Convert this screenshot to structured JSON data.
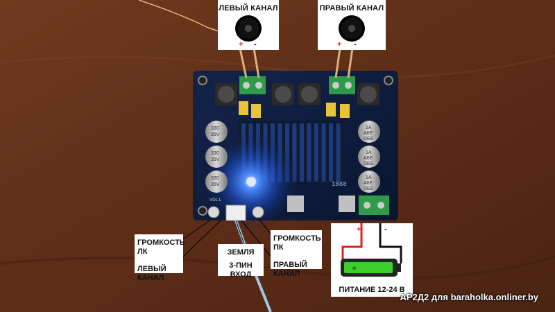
{
  "speakers": {
    "left": {
      "title": "ЛЕВЫЙ КАНАЛ",
      "plus": "+",
      "minus": "-"
    },
    "right": {
      "title": "ПРАВЫЙ КАНАЛ",
      "plus": "+",
      "minus": "-"
    }
  },
  "labels": {
    "volume_left": "ГРОМКОСТЬ ЛК",
    "left_channel": "ЛЕВЫЙ КАНАЛ",
    "ground": "ЗЕМЛЯ",
    "input_3pin": "3-ПИН ВХОД",
    "volume_right": "ГРОМКОСТЬ ПК",
    "right_channel": "ПРАВЫЙ КАНАЛ"
  },
  "power": {
    "label": "ПИТАНИЕ 12-24 В",
    "plus": "+",
    "minus": "-",
    "battery_sign": "+"
  },
  "board": {
    "capacitor_text": [
      "330",
      "35V"
    ],
    "right_capacitor_text": [
      "1A",
      "A6E",
      "DEE"
    ],
    "chip_text": "1888",
    "volume_marking": "VOL L"
  },
  "watermark": "АР2Д2 для baraholka.onliner.by",
  "colors": {
    "wood": "#6a331b",
    "pcb": "#0b1a3a",
    "led": "#2a7bff",
    "wire_red": "#e02020",
    "wire_black": "#111111",
    "battery_green": "#3ccf2a"
  }
}
